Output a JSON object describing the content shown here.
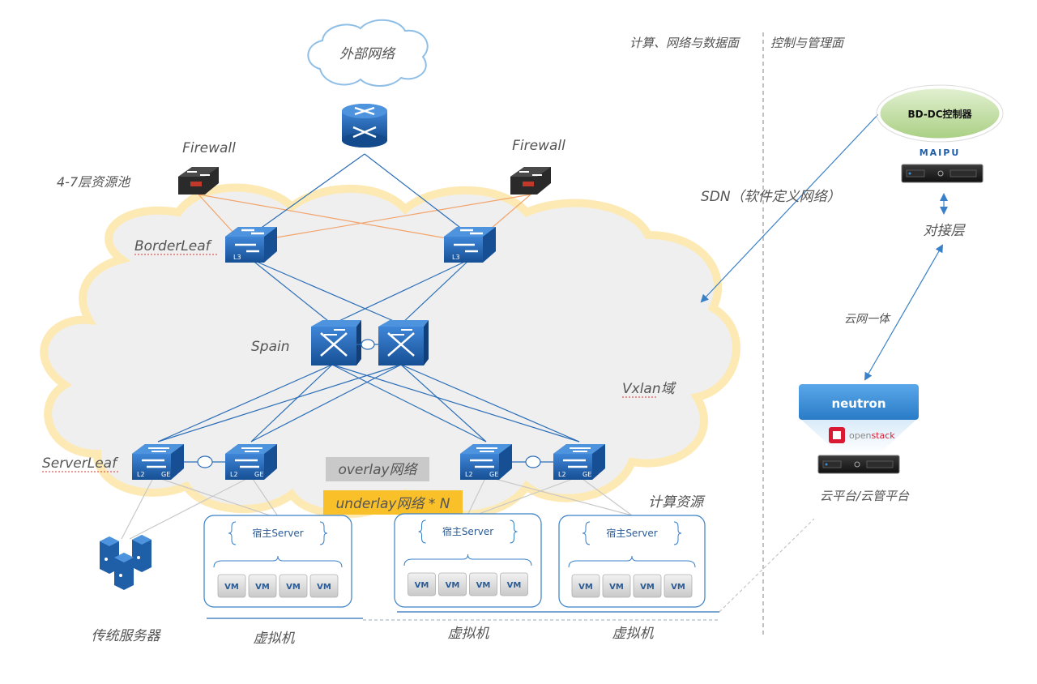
{
  "header": {
    "left_plane": "计算、网络与数据面",
    "right_plane": "控制与管理面"
  },
  "external_network": "外部网络",
  "firewalls": [
    "Firewall",
    "Firewall"
  ],
  "resource_pool": "4-7层资源池",
  "layers": {
    "border_leaf": "BorderLeaf",
    "spine": "Spain",
    "server_leaf": "ServerLeaf",
    "vxlan": "Vxlan域"
  },
  "switch_badges": {
    "l3": "L3",
    "l2": "L2",
    "ge": "GE"
  },
  "overlay": "overlay网络",
  "underlay": "underlay网络 * N",
  "compute_resource": "计算资源",
  "host_server": "宿主Server",
  "vm": "VM",
  "bottom_labels": {
    "traditional_server": "传统服务器",
    "virtual_machine": "虚拟机"
  },
  "controller": {
    "name": "BD-DC控制器",
    "brand": "MAIPU"
  },
  "sdn": "SDN（软件定义网络）",
  "interface_layer": "对接层",
  "cloud_network": "云网一体",
  "neutron": "neutron",
  "openstack": {
    "open": "open",
    "stack": "stack"
  },
  "cloud_platform": "云平台/云管平台",
  "colors": {
    "switch_blue": "#1f5fa8",
    "link_blue": "#2a6db8",
    "orange_link": "#f2a36a",
    "cloud_fill": "#efefef",
    "cloud_border": "#fde9b3",
    "controller_green": "#c7e2a6",
    "overlay_bg": "#c9c9c9",
    "underlay_bg": "#f9c02a",
    "neutron_blue": "#3a8fd6"
  }
}
